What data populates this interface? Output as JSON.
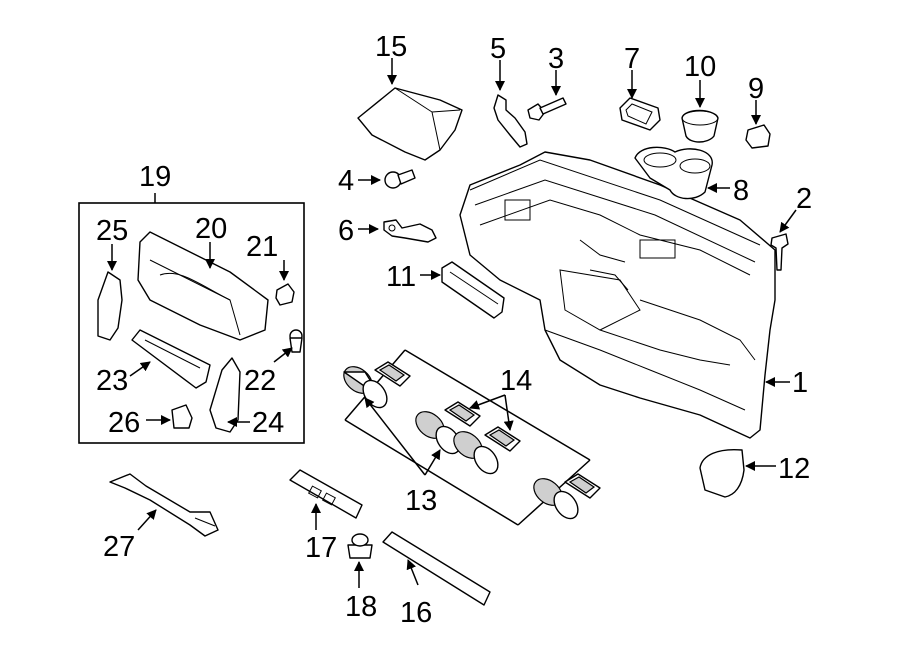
{
  "diagram": {
    "callouts": {
      "p1": "1",
      "p2": "2",
      "p3": "3",
      "p4": "4",
      "p5": "5",
      "p6": "6",
      "p7": "7",
      "p8": "8",
      "p9": "9",
      "p10": "10",
      "p11": "11",
      "p12": "12",
      "p13": "13",
      "p14": "14",
      "p15": "15",
      "p16": "16",
      "p17": "17",
      "p18": "18",
      "p19": "19",
      "p20": "20",
      "p21": "21",
      "p22": "22",
      "p23": "23",
      "p24": "24",
      "p25": "25",
      "p26": "26",
      "p27": "27"
    },
    "colors": {
      "line": "#000000",
      "background": "#ffffff",
      "shade": "#cfcfcf"
    }
  }
}
